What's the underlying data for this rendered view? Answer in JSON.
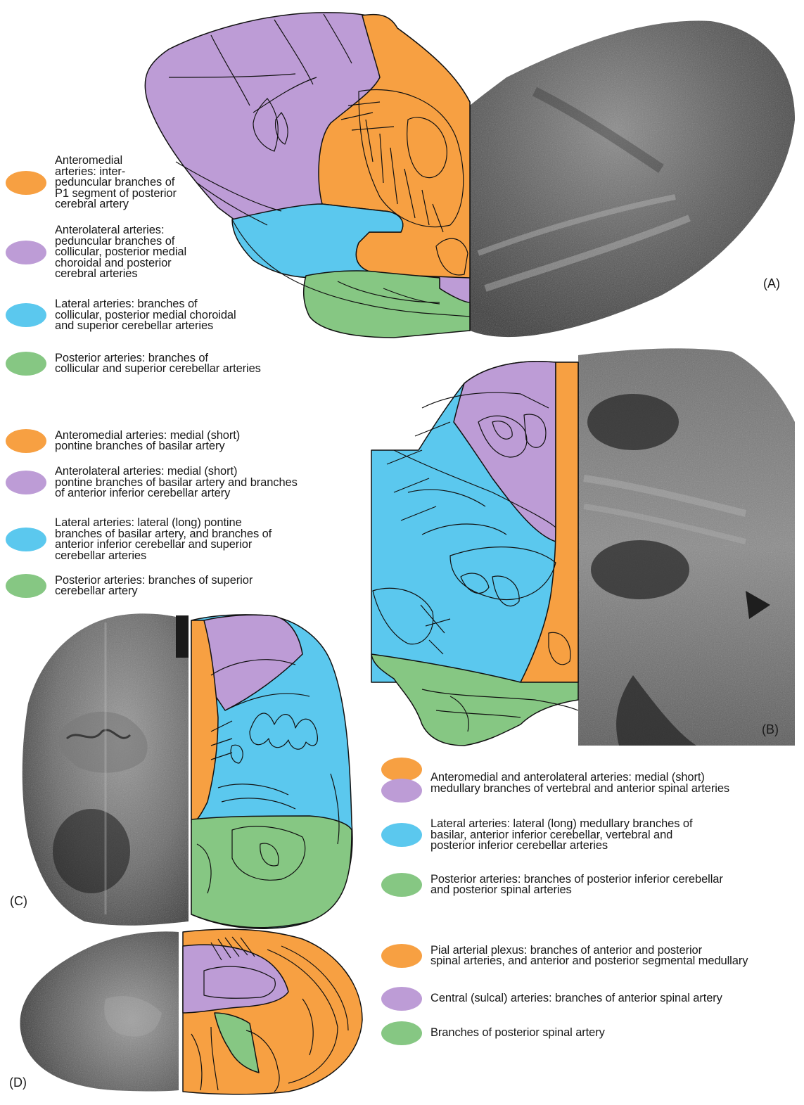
{
  "colors": {
    "orange": "#F7A042",
    "purple": "#BD9CD6",
    "blue": "#5BC8EE",
    "green": "#86C783"
  },
  "panels": {
    "a": "(A)",
    "b": "(B)",
    "c": "(C)",
    "d": "(D)"
  },
  "legend_a": [
    {
      "color": "orange",
      "text": "Anteromedial\narteries: inter-\npeduncular branches of\nP1 segment of posterior\ncerebral artery"
    },
    {
      "color": "purple",
      "text": "Anterolateral arteries:\npeduncular branches of\ncollicular, posterior medial\nchoroidal and posterior\ncerebral arteries"
    },
    {
      "color": "blue",
      "text": "Lateral arteries: branches of\ncollicular, posterior medial choroidal\nand superior cerebellar arteries"
    },
    {
      "color": "green",
      "text": "Posterior arteries: branches of\ncollicular and superior cerebellar arteries"
    }
  ],
  "legend_b": [
    {
      "color": "orange",
      "text": "Anteromedial arteries: medial (short)\npontine branches of basilar artery"
    },
    {
      "color": "purple",
      "text": "Anterolateral arteries: medial (short)\npontine branches of basilar artery and branches\nof anterior inferior cerebellar artery"
    },
    {
      "color": "blue",
      "text": "Lateral arteries: lateral (long) pontine\nbranches of basilar artery, and branches of\nanterior inferior cerebellar and superior\ncerebellar arteries"
    },
    {
      "color": "green",
      "text": "Posterior arteries: branches of superior\ncerebellar artery"
    }
  ],
  "legend_c": {
    "combined_text": "Anteromedial and anterolateral arteries: medial (short)\nmedullary branches of vertebral and anterior spinal arteries",
    "items": [
      {
        "color": "blue",
        "text": "Lateral arteries: lateral (long) medullary branches of\nbasilar, anterior inferior cerebellar, vertebral and\nposterior inferior cerebellar arteries"
      },
      {
        "color": "green",
        "text": "Posterior arteries: branches of posterior inferior cerebellar\nand posterior spinal arteries"
      }
    ]
  },
  "legend_d": [
    {
      "color": "orange",
      "text": "Pial arterial plexus: branches of anterior and posterior\nspinal arteries, and anterior and posterior segmental medullary"
    },
    {
      "color": "purple",
      "text": "Central (sulcal) arteries: branches of anterior spinal artery"
    },
    {
      "color": "green",
      "text": "Branches of posterior spinal artery"
    }
  ]
}
